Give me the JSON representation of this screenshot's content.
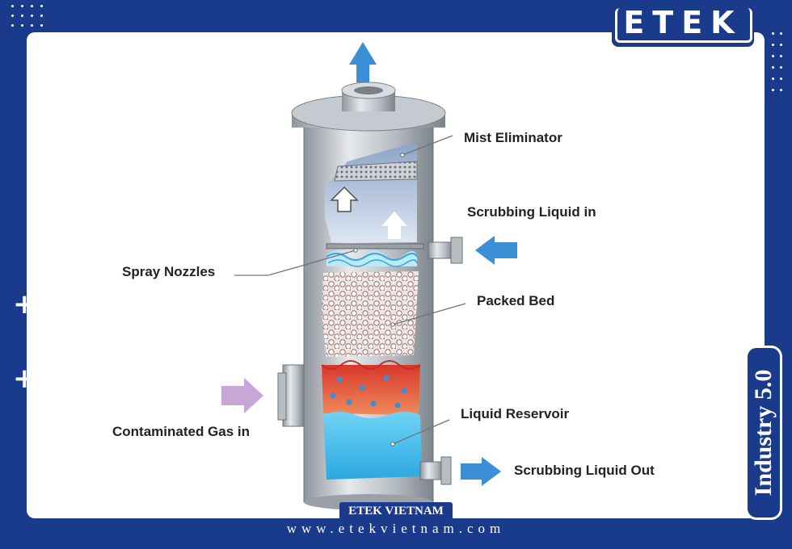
{
  "brand": {
    "logo_text": "ETEK",
    "tag": "ETEK VIETNAM",
    "website": "www.etekvietnam.com",
    "side_tab": "Industry 5.0"
  },
  "diagram": {
    "labels": {
      "mist_eliminator": "Mist Eliminator",
      "scrubbing_liquid_in": "Scrubbing Liquid in",
      "spray_nozzles": "Spray Nozzles",
      "packed_bed": "Packed Bed",
      "contaminated_gas_in": "Contaminated Gas in",
      "liquid_reservoir": "Liquid Reservoir",
      "scrubbing_liquid_out": "Scrubbing Liquid Out"
    }
  },
  "colors": {
    "brand_blue": "#1a3b8c",
    "arrow_blue": "#3b8fd6",
    "gas_arrow": "#c8a6d8",
    "reaction_red": "#e0453a",
    "liquid_blue": "#4cc3ef"
  }
}
